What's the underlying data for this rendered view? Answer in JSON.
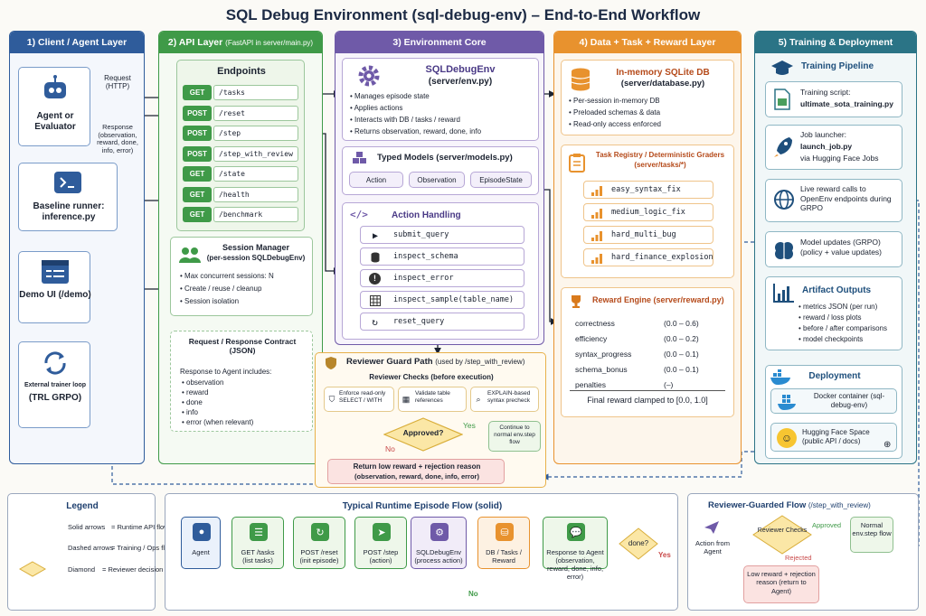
{
  "title": "SQL Debug Environment (sql-debug-env) – End-to-End Workflow",
  "colors": {
    "blue": "#2f5c9b",
    "green": "#3f9a48",
    "purple": "#6f5aa8",
    "orange": "#e8922e",
    "teal": "#2b7486",
    "red": "#c94a4a"
  },
  "client": {
    "header": "1) Client / Agent Layer",
    "agent": "Agent or Evaluator",
    "baseline": "Baseline runner: inference.py",
    "demo": "Demo UI (/demo)",
    "external": "External trainer loop",
    "trl": "(TRL GRPO)",
    "request": "Request (HTTP)",
    "response": "Response (observation, reward, done, info, error)"
  },
  "api": {
    "header_bold": "2) API Layer",
    "header_small": "(FastAPI in server/main.py)",
    "endpoints_title": "Endpoints",
    "endpoints": [
      {
        "method": "GET",
        "path": "/tasks"
      },
      {
        "method": "POST",
        "path": "/reset"
      },
      {
        "method": "POST",
        "path": "/step"
      },
      {
        "method": "POST",
        "path": "/step_with_review"
      },
      {
        "method": "GET",
        "path": "/state"
      },
      {
        "method": "GET",
        "path": "/health"
      },
      {
        "method": "GET",
        "path": "/benchmark"
      }
    ],
    "session_title": "Session Manager",
    "session_sub": "(per-session SQLDebugEnv)",
    "session_items": [
      "Max concurrent sessions: N",
      "Create / reuse / cleanup",
      "Session isolation"
    ],
    "contract_title": "Request / Response Contract (JSON)",
    "contract_intro": "Response to Agent includes:",
    "contract_items": [
      "observation",
      "reward",
      "done",
      "info",
      "error (when relevant)"
    ]
  },
  "core": {
    "header": "3) Environment Core",
    "env_title": "SQLDebugEnv",
    "env_sub": "(server/env.py)",
    "env_items": [
      "Manages episode state",
      "Applies actions",
      "Interacts with DB / tasks / reward",
      "Returns observation, reward, done, info"
    ],
    "models_title": "Typed Models (server/models.py)",
    "models": [
      "Action",
      "Observation",
      "EpisodeState"
    ],
    "actions_title": "Action Handling",
    "actions": [
      "submit_query",
      "inspect_schema",
      "inspect_error",
      "inspect_sample(table_name)",
      "reset_query"
    ]
  },
  "guard": {
    "title": "Reviewer Guard Path",
    "title_sub": "(used by /step_with_review)",
    "checks_title": "Reviewer Checks (before execution)",
    "checks": [
      "Enforce read-only SELECT / WITH",
      "Validate table references",
      "EXPLAIN-based syntax precheck"
    ],
    "approved": "Approved?",
    "yes": "Yes",
    "no": "No",
    "continue": "Continue to normal env.step flow",
    "reject_title": "Return low reward + rejection reason",
    "reject_sub": "(observation, reward, done, info, error)"
  },
  "data": {
    "header": "4) Data + Task + Reward Layer",
    "db_title": "In-memory SQLite DB",
    "db_sub": "(server/database.py)",
    "db_items": [
      "Per-session in-memory DB",
      "Preloaded schemas & data",
      "Read-only access enforced"
    ],
    "tasks_title": "Task Registry / Deterministic Graders",
    "tasks_sub": "(server/tasks/*)",
    "tasks": [
      "easy_syntax_fix",
      "medium_logic_fix",
      "hard_multi_bug",
      "hard_finance_explosion"
    ],
    "reward_title": "Reward Engine",
    "reward_sub": "(server/reward.py)",
    "rewards": [
      {
        "name": "correctness",
        "range": "(0.0 – 0.6)"
      },
      {
        "name": "efficiency",
        "range": "(0.0 – 0.2)"
      },
      {
        "name": "syntax_progress",
        "range": "(0.0 – 0.1)"
      },
      {
        "name": "schema_bonus",
        "range": "(0.0 – 0.1)"
      },
      {
        "name": "penalties",
        "range": "(–)"
      }
    ],
    "clamp": "Final reward clamped to [0.0, 1.0]"
  },
  "training": {
    "header": "5) Training & Deployment",
    "pipeline_title": "Training Pipeline",
    "script_label": "Training script:",
    "script_name": "ultimate_sota_training.py",
    "job_label": "Job launcher:",
    "job_name": "launch_job.py",
    "job_via": "via Hugging Face Jobs",
    "live": "Live reward calls to OpenEnv endpoints during GRPO",
    "updates": "Model updates (GRPO) (policy + value updates)",
    "artifact_title": "Artifact Outputs",
    "artifacts": [
      "metrics JSON (per run)",
      "reward / loss plots",
      "before / after comparisons",
      "model checkpoints"
    ],
    "deploy_title": "Deployment",
    "docker": "Docker container (sql-debug-env)",
    "hf": "Hugging Face Space (public API / docs)"
  },
  "legend": {
    "title": "Legend",
    "solid": "Solid arrows",
    "solid_desc": "= Runtime API flow",
    "dashed": "Dashed arrows",
    "dashed_desc": "= Training / Ops flow",
    "diamond": "Diamond",
    "diamond_desc": "= Reviewer decision gate"
  },
  "flow": {
    "title": "Typical Runtime Episode Flow (solid)",
    "steps": [
      {
        "l1": "Agent",
        "l2": ""
      },
      {
        "l1": "GET /tasks",
        "l2": "(list tasks)"
      },
      {
        "l1": "POST /reset",
        "l2": "(init episode)"
      },
      {
        "l1": "POST /step",
        "l2": "(action)"
      },
      {
        "l1": "SQLDebugEnv",
        "l2": "(process action)"
      },
      {
        "l1": "DB / Tasks /",
        "l2": "Reward"
      },
      {
        "l1": "Response to Agent",
        "l2": "(observation, reward, done, info, error)"
      }
    ],
    "done": "done?",
    "yes": "Yes",
    "no": "No"
  },
  "review": {
    "title": "Reviewer-Guarded Flow",
    "title_sub": "(/step_with_review)",
    "action": "Action from Agent",
    "checks": "Reviewer Checks",
    "approved": "Approved",
    "normal": "Normal env.step flow",
    "rejected": "Rejected",
    "low": "Low reward + rejection reason (return to Agent)"
  }
}
